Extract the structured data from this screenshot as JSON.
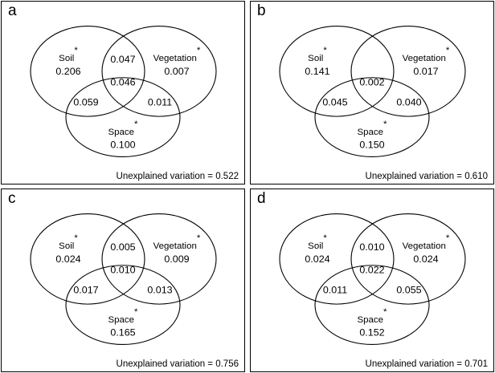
{
  "figure": {
    "type": "venn-diagram-grid",
    "panel_count": 4,
    "line_color": "#000000",
    "background_color": "#ffffff"
  },
  "chart_data": {
    "type": "venn",
    "title": "",
    "set_labels": [
      "Soil",
      "Vegetation",
      "Space"
    ],
    "significance_marker": "*",
    "panels": [
      {
        "letter": "a",
        "sets": {
          "soil": {
            "label": "Soil",
            "star": "*",
            "value": "0.206"
          },
          "vegetation": {
            "label": "Vegetation",
            "star": "*",
            "value": "0.007"
          },
          "space": {
            "label": "Space",
            "star": "*",
            "value": "0.100"
          }
        },
        "intersections": {
          "soil_vegetation": "0.047",
          "soil_vegetation_space": "0.046",
          "soil_space": "0.059",
          "vegetation_space": "0.011"
        },
        "footer": "Unexplained variation = 0.522",
        "unexplained_variation": 0.522
      },
      {
        "letter": "b",
        "sets": {
          "soil": {
            "label": "Soil",
            "star": "*",
            "value": "0.141"
          },
          "vegetation": {
            "label": "Vegetation",
            "star": "*",
            "value": "0.017"
          },
          "space": {
            "label": "Space",
            "star": "*",
            "value": "0.150"
          }
        },
        "intersections": {
          "soil_vegetation": "",
          "soil_vegetation_space": "0.002",
          "soil_space": "0.045",
          "vegetation_space": "0.040"
        },
        "footer": "Unexplained variation = 0.610",
        "unexplained_variation": 0.61
      },
      {
        "letter": "c",
        "sets": {
          "soil": {
            "label": "Soil",
            "star": "*",
            "value": "0.024"
          },
          "vegetation": {
            "label": "Vegetation",
            "star": "*",
            "value": "0.009"
          },
          "space": {
            "label": "Space",
            "star": "*",
            "value": "0.165"
          }
        },
        "intersections": {
          "soil_vegetation": "0.005",
          "soil_vegetation_space": "0.010",
          "soil_space": "0.017",
          "vegetation_space": "0.013"
        },
        "footer": "Unexplained variation = 0.756",
        "unexplained_variation": 0.756
      },
      {
        "letter": "d",
        "sets": {
          "soil": {
            "label": "Soil",
            "star": "*",
            "value": "0.024"
          },
          "vegetation": {
            "label": "Vegetation",
            "star": "*",
            "value": "0.024"
          },
          "space": {
            "label": "Space",
            "star": "*",
            "value": "0.152"
          }
        },
        "intersections": {
          "soil_vegetation": "0.010",
          "soil_vegetation_space": "0.022",
          "soil_space": "0.011",
          "vegetation_space": "0.055"
        },
        "footer": "Unexplained variation = 0.701",
        "unexplained_variation": 0.701
      }
    ]
  }
}
